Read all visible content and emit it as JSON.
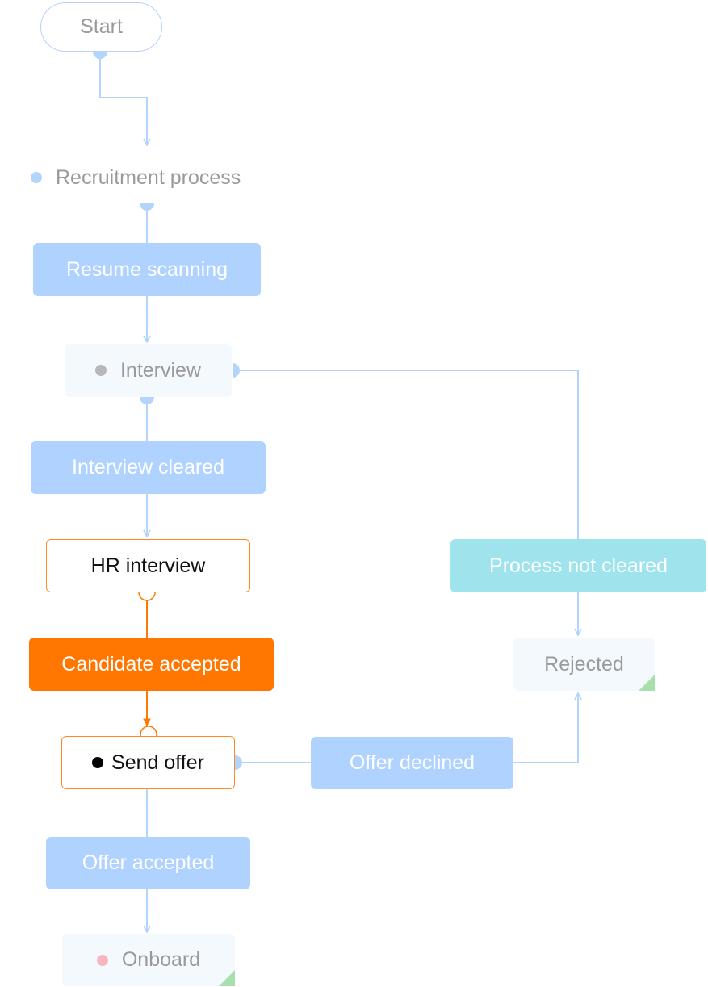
{
  "colors": {
    "connector_blue": "#b3d4fc",
    "connector_orange": "#ff7a00",
    "node_blue": "#b0d2ff",
    "node_cyan": "#9fe3ec",
    "node_orange": "#ff7700",
    "node_light": "#f4f9fe",
    "text_gray": "#9a9a9a",
    "dot_blue": "#b3d4fc",
    "dot_gray": "#b8b8b8",
    "dot_black": "#000000",
    "dot_pink": "#f7b6c2",
    "corner_green": "#a8e0ad"
  },
  "nodes": {
    "start": {
      "label": "Start"
    },
    "recruitment": {
      "label": "Recruitment process"
    },
    "resume_scanning": {
      "label": "Resume scanning"
    },
    "interview": {
      "label": "Interview"
    },
    "interview_cleared": {
      "label": "Interview cleared"
    },
    "hr_interview": {
      "label": "HR interview"
    },
    "candidate_accepted": {
      "label": "Candidate accepted"
    },
    "send_offer": {
      "label": "Send offer"
    },
    "offer_accepted": {
      "label": "Offer accepted"
    },
    "onboard": {
      "label": "Onboard"
    },
    "process_not_cleared": {
      "label": "Process not cleared"
    },
    "rejected": {
      "label": "Rejected"
    },
    "offer_declined": {
      "label": "Offer declined"
    }
  },
  "edges": [
    {
      "from": "Start",
      "to": "Recruitment process"
    },
    {
      "from": "Recruitment process",
      "to": "Resume scanning"
    },
    {
      "from": "Resume scanning",
      "to": "Interview"
    },
    {
      "from": "Interview",
      "to": "Interview cleared"
    },
    {
      "from": "Interview cleared",
      "to": "HR interview"
    },
    {
      "from": "HR interview",
      "to": "Candidate accepted"
    },
    {
      "from": "Candidate accepted",
      "to": "Send offer"
    },
    {
      "from": "Send offer",
      "to": "Offer accepted"
    },
    {
      "from": "Offer accepted",
      "to": "Onboard"
    },
    {
      "from": "Interview",
      "to": "Process not cleared"
    },
    {
      "from": "Process not cleared",
      "to": "Rejected"
    },
    {
      "from": "Send offer",
      "to": "Offer declined"
    },
    {
      "from": "Offer declined",
      "to": "Rejected"
    }
  ]
}
